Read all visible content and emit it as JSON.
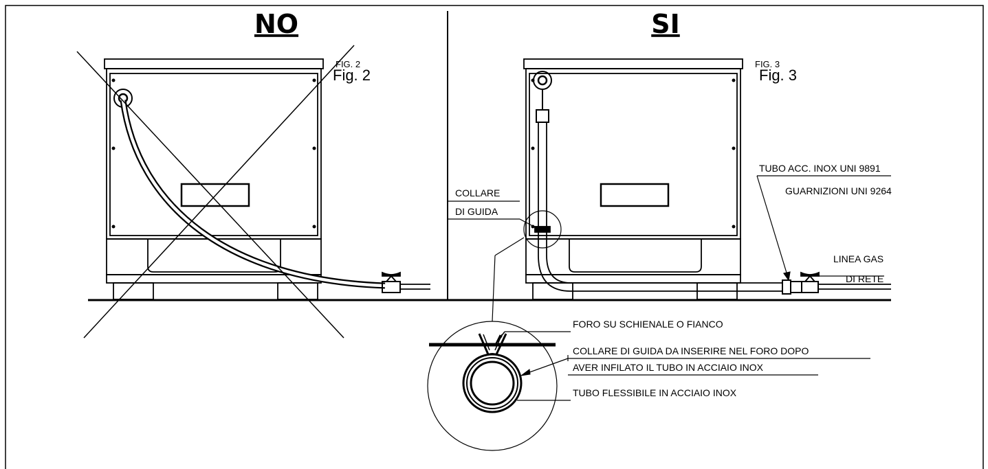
{
  "headers": {
    "left": "NO",
    "right": "SI"
  },
  "figures": {
    "left_small": "FIG. 2",
    "left_large": "Fig. 2",
    "right_small": "FIG. 3",
    "right_large": "Fig. 3"
  },
  "labels": {
    "collar_line1": "COLLARE",
    "collar_line2": "DI GUIDA",
    "steel_pipe": "TUBO ACC. INOX UNI 9891",
    "gaskets": "GUARNIZIONI UNI 9264",
    "gas_line1": "LINEA GAS",
    "gas_line2": "DI RETE"
  },
  "detail": {
    "hole": "FORO SU SCHIENALE O FIANCO",
    "collar_insert_line1": "COLLARE DI GUIDA DA INSERIRE NEL FORO DOPO",
    "collar_insert_line2": "AVER INFILATO IL TUBO IN ACCIAIO INOX",
    "flex_pipe": "TUBO FLESSIBILE IN ACCIAIO INOX"
  }
}
